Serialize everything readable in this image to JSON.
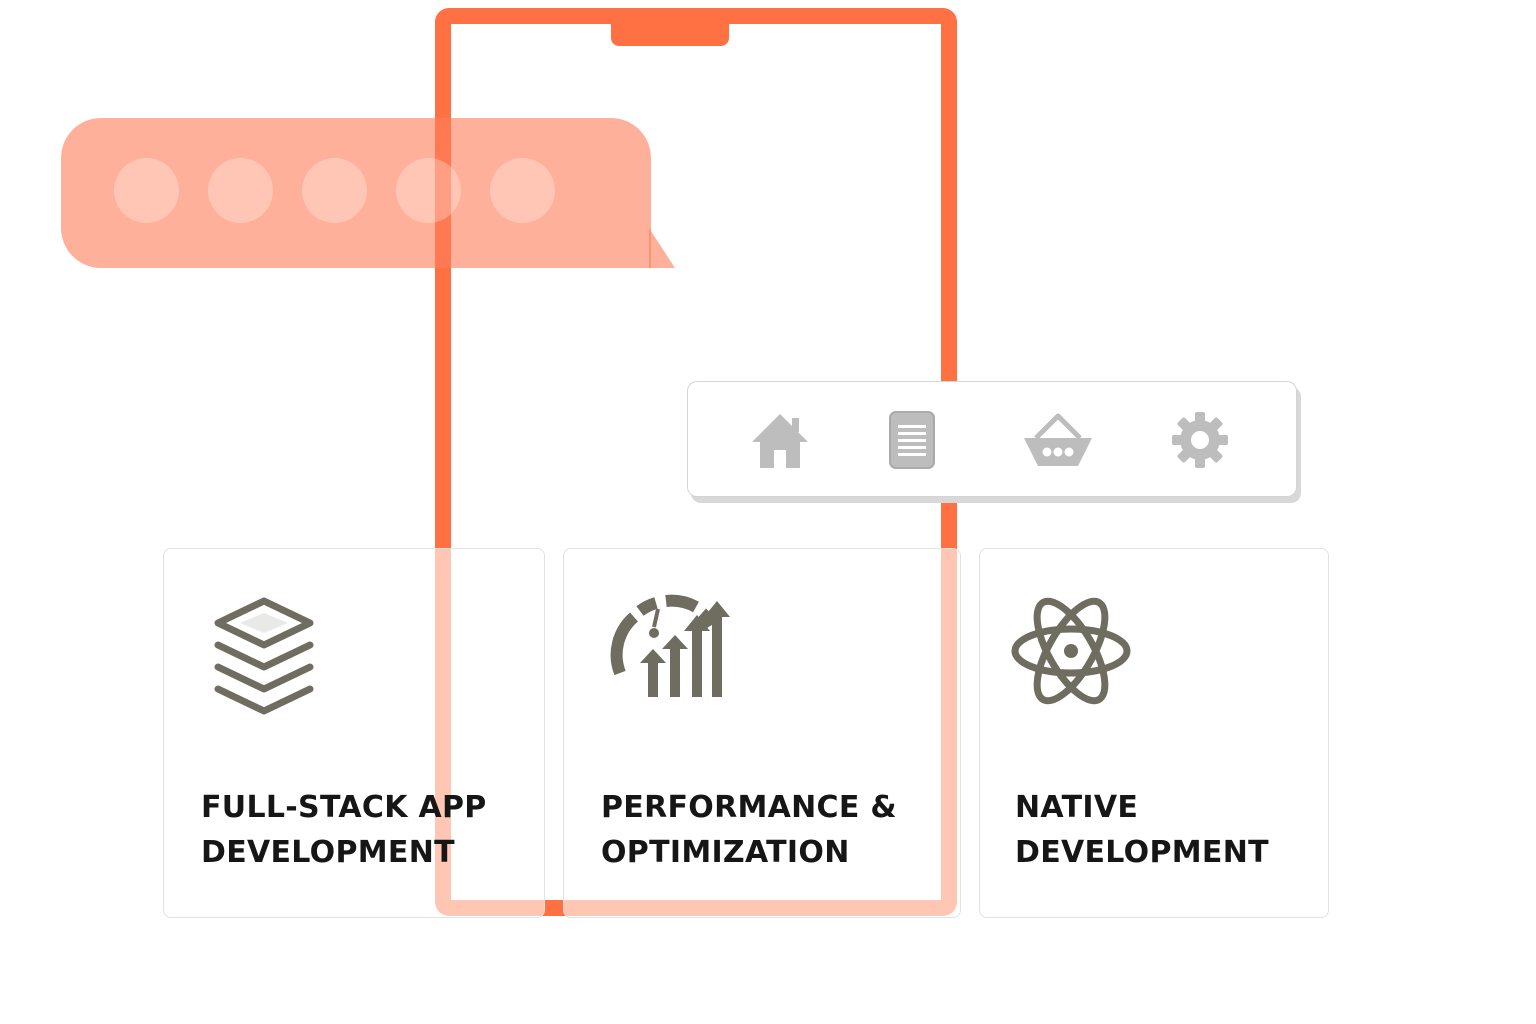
{
  "colors": {
    "accent": "#ff7043",
    "bubble": "#ff805c",
    "icon_gray": "#bdbdbd",
    "card_icon": "#6e6d5f",
    "title_text": "#161616"
  },
  "chat_bubble": {
    "dots": 5,
    "meaning": "typing-indicator"
  },
  "nav_bar": {
    "items": [
      {
        "icon": "home-icon"
      },
      {
        "icon": "document-icon"
      },
      {
        "icon": "basket-icon"
      },
      {
        "icon": "gear-icon"
      }
    ]
  },
  "cards": [
    {
      "icon": "layers-icon",
      "title_line1": "FULL-STACK APP",
      "title_line2": "DEVELOPMENT"
    },
    {
      "icon": "speedometer-growth-icon",
      "title_line1": "PERFORMANCE &",
      "title_line2": "OPTIMIZATION"
    },
    {
      "icon": "atom-icon",
      "title_line1": "NATIVE",
      "title_line2": "DEVELOPMENT"
    }
  ]
}
